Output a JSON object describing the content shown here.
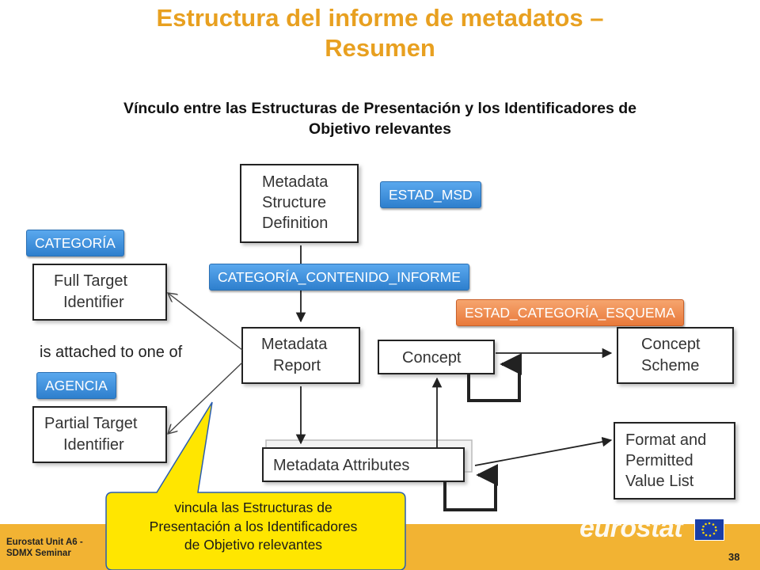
{
  "title": {
    "line1": "Estructura del informe de metadatos –",
    "line2": "Resumen"
  },
  "subtitle": {
    "line1": "Vínculo entre las Estructuras de Presentación y los Identificadores de",
    "line2": "Objetivo relevantes"
  },
  "boxes": {
    "msd": [
      "Metadata",
      "Structure",
      "Definition"
    ],
    "full_target": [
      "Full Target",
      "Identifier"
    ],
    "partial_target": [
      "Partial Target",
      "Identifier"
    ],
    "report": [
      "Metadata",
      "Report"
    ],
    "concept": "Concept",
    "concept_scheme": [
      "Concept",
      "Scheme"
    ],
    "attributes": "Metadata Attributes",
    "format": [
      "Format and",
      "Permitted",
      "Value List"
    ]
  },
  "attached_text": "is attached to one of",
  "tags": {
    "estad_msd": "ESTAD_MSD",
    "categoria": "CATEGORÍA",
    "categoria_contenido": "CATEGORÍA_CONTENIDO_INFORME",
    "estad_categoria_esquema": "ESTAD_CATEGORÍA_ESQUEMA",
    "agencia": "AGENCIA"
  },
  "callout": {
    "line1": "vincula las Estructuras de",
    "line2": "Presentación a los Identificadores",
    "line3": "de Objetivo relevantes"
  },
  "footer": {
    "line1": "Eurostat Unit A6 -",
    "line2": "SDMX Seminar",
    "page_number": "38",
    "brand": "eurostat"
  },
  "colors": {
    "title": "#e8a020",
    "tag_blue": "#3a8ee0",
    "tag_orange": "#f08a4b",
    "callout_fill": "#ffe600",
    "footer_band": "#f2b333"
  }
}
